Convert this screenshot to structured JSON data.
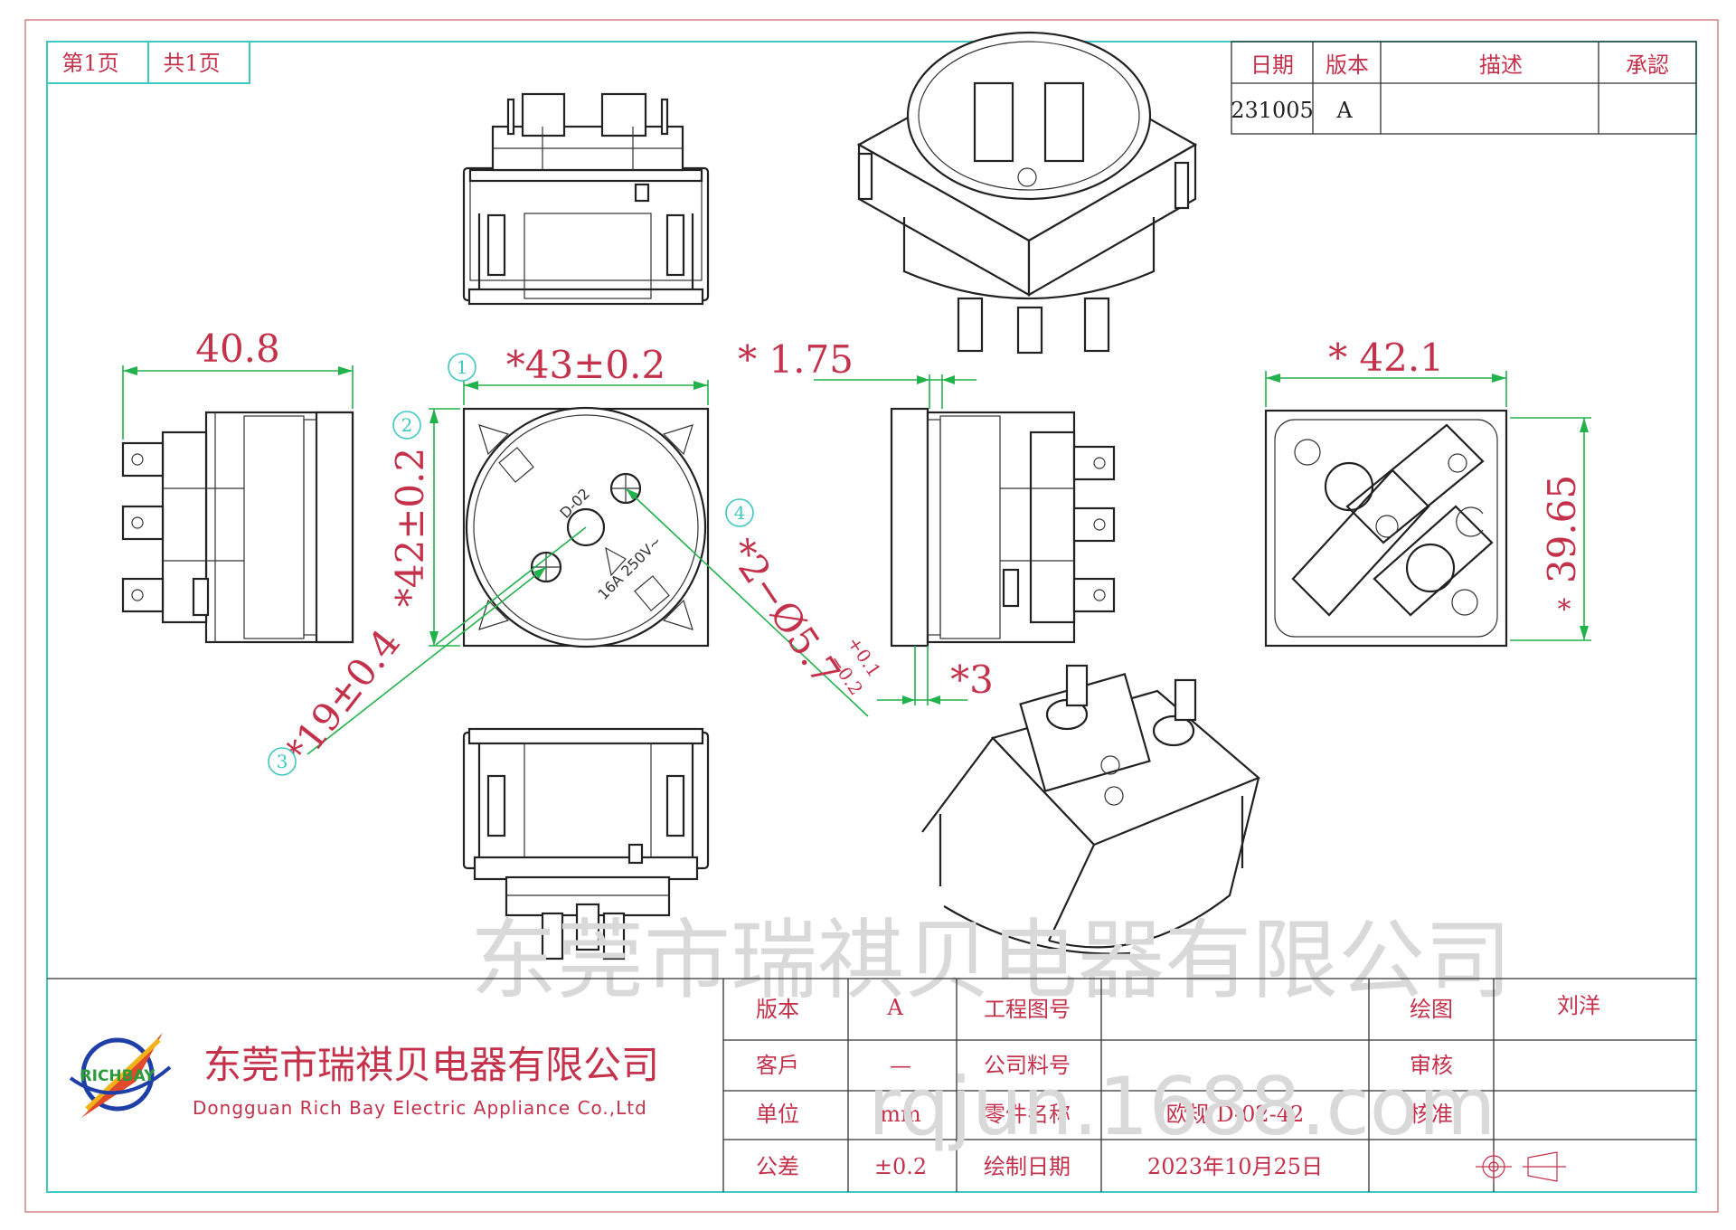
{
  "page_header": {
    "page_no": "第1页",
    "total_pages": "共1页"
  },
  "revision_table": {
    "headers": [
      "日期",
      "版本",
      "描述",
      "承認"
    ],
    "row": [
      "231005",
      "A",
      "",
      ""
    ]
  },
  "dimensions": {
    "left_width": "40.8",
    "front_width": "*43±0.2",
    "front_height": "*42±0.2",
    "diag_19": "*19±0.4",
    "pin_dia": "*2−Ø5.7",
    "pin_tol_plus": "+0.1",
    "pin_tol_minus": "−0.2",
    "side_175": "* 1.75",
    "side_3": "*3",
    "back_width": "* 42.1",
    "back_height": "39.65",
    "back_height_star": "*"
  },
  "balloons": [
    "1",
    "2",
    "3",
    "4"
  ],
  "front_markings": {
    "model": "D-02",
    "rating": "16A 250V~"
  },
  "watermark": {
    "company": "东莞市瑞祺贝电器有限公司",
    "site": "rqjun.1688.com"
  },
  "company": {
    "logo_text": "RICHBAY",
    "name_cn": "东莞市瑞祺贝电器有限公司",
    "name_en": "Dongguan Rich Bay Electric Appliance Co.,Ltd"
  },
  "title_block": {
    "rows": [
      {
        "label": "版本",
        "value": "A",
        "label2": "工程图号",
        "value2": "",
        "label3": "绘图",
        "value3": "刘洋"
      },
      {
        "label": "客戶",
        "value": "—",
        "label2": "公司料号",
        "value2": "",
        "label3": "审核",
        "value3": ""
      },
      {
        "label": "单位",
        "value": "mm",
        "label2": "零件名称",
        "value2": "欧规 D-02-42",
        "label3": "核准",
        "value3": ""
      },
      {
        "label": "公差",
        "value": "±0.2",
        "label2": "绘制日期",
        "value2": "2023年10月25日",
        "label3": "",
        "value3": ""
      }
    ]
  },
  "colors": {
    "frame": "#3fc8c0",
    "text": "#c4314b",
    "dimension_line": "#22b24c",
    "drawing": "#222222"
  }
}
